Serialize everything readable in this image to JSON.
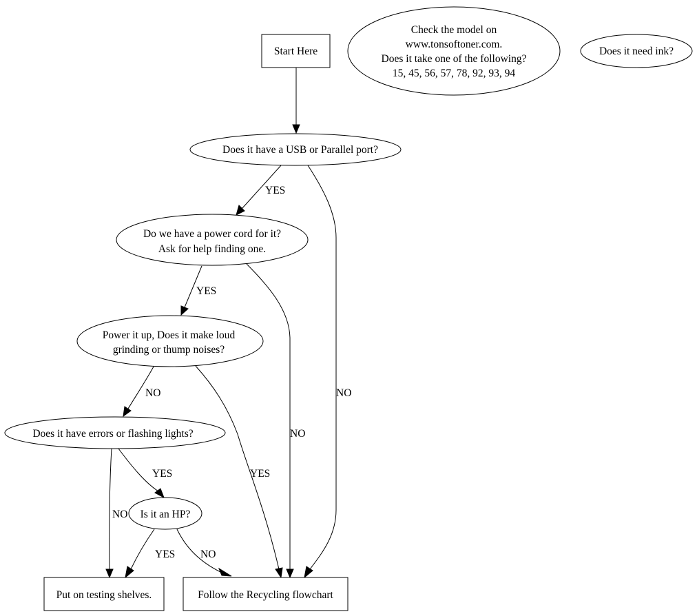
{
  "diagram": {
    "type": "flowchart",
    "nodes": {
      "start": {
        "shape": "box",
        "lines": [
          "Start Here"
        ]
      },
      "check_model": {
        "shape": "ellipse",
        "lines": [
          "Check the model on",
          "www.tonsoftoner.com.",
          "Does it take one of the following?",
          "15, 45, 56, 57, 78, 92, 93, 94"
        ]
      },
      "need_ink": {
        "shape": "ellipse",
        "lines": [
          "Does it need ink?"
        ]
      },
      "usb_port": {
        "shape": "ellipse",
        "lines": [
          "Does it have a USB or Parallel port?"
        ]
      },
      "power_cord": {
        "shape": "ellipse",
        "lines": [
          "Do we have a power cord for it?",
          "Ask for help finding one."
        ]
      },
      "power_up": {
        "shape": "ellipse",
        "lines": [
          "Power it up, Does it make loud",
          "grinding or thump noises?"
        ]
      },
      "errors": {
        "shape": "ellipse",
        "lines": [
          "Does it have errors or flashing lights?"
        ]
      },
      "is_hp": {
        "shape": "ellipse",
        "lines": [
          "Is it an HP?"
        ]
      },
      "testing": {
        "shape": "box",
        "lines": [
          "Put on testing shelves."
        ]
      },
      "recycling": {
        "shape": "box",
        "lines": [
          "Follow the Recycling flowchart"
        ]
      }
    },
    "edges": [
      {
        "from": "start",
        "to": "usb_port",
        "label": ""
      },
      {
        "from": "usb_port",
        "to": "power_cord",
        "label": "YES"
      },
      {
        "from": "usb_port",
        "to": "recycling",
        "label": "NO"
      },
      {
        "from": "power_cord",
        "to": "power_up",
        "label": "YES"
      },
      {
        "from": "power_cord",
        "to": "recycling",
        "label": "NO"
      },
      {
        "from": "power_up",
        "to": "errors",
        "label": "NO"
      },
      {
        "from": "power_up",
        "to": "recycling",
        "label": "YES"
      },
      {
        "from": "errors",
        "to": "testing",
        "label": "NO"
      },
      {
        "from": "errors",
        "to": "is_hp",
        "label": "YES"
      },
      {
        "from": "is_hp",
        "to": "testing",
        "label": "YES"
      },
      {
        "from": "is_hp",
        "to": "recycling",
        "label": "NO"
      }
    ]
  }
}
